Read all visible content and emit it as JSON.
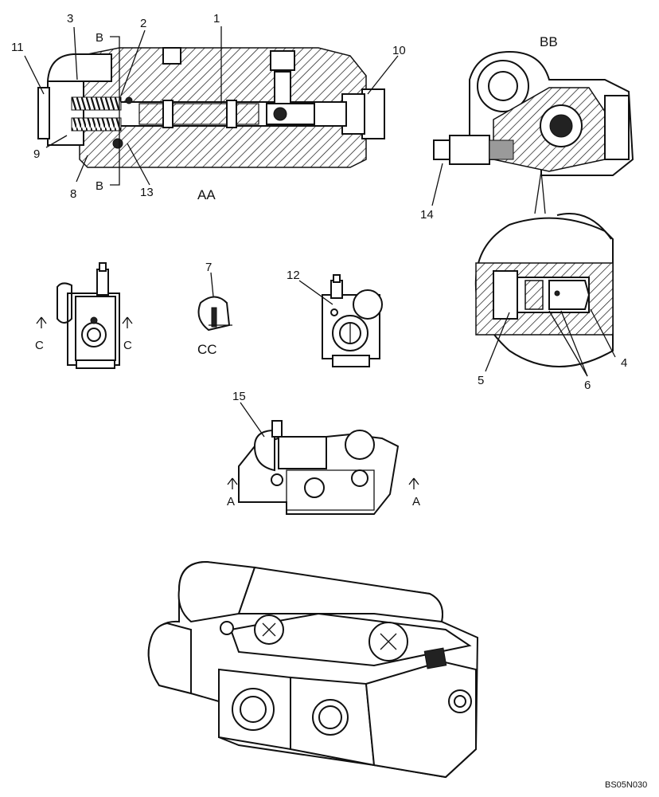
{
  "callouts": [
    "1",
    "2",
    "3",
    "4",
    "5",
    "6",
    "7",
    "8",
    "9",
    "10",
    "11",
    "12",
    "13",
    "14",
    "15"
  ],
  "sections": {
    "aa": "AA",
    "bb": "BB",
    "cc": "CC",
    "b": "B",
    "a": "A",
    "c": "C"
  },
  "drawing_code": "BS05N030"
}
